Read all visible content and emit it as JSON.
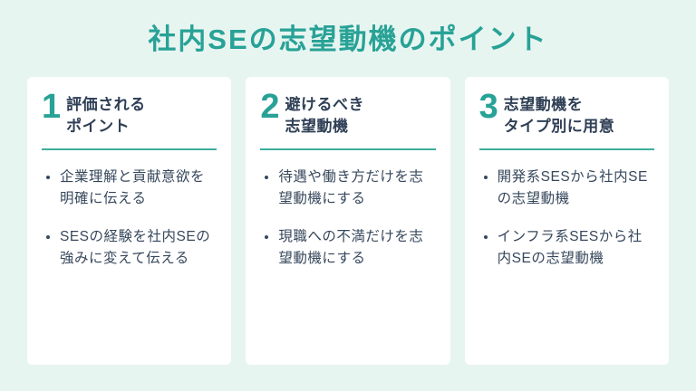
{
  "page": {
    "title": "社内SEの志望動機のポイント"
  },
  "colors": {
    "background": "#e7f5f1",
    "accent_teal": "#28a296",
    "heading_navy": "#2f3f55",
    "card_background": "#ffffff"
  },
  "cards": [
    {
      "number": "1",
      "heading": "評価される\nポイント",
      "bullets": [
        "企業理解と貢献意欲を明確に伝える",
        "SESの経験を社内SEの強みに変えて伝える"
      ]
    },
    {
      "number": "2",
      "heading": "避けるべき\n志望動機",
      "bullets": [
        "待遇や働き方だけを志望動機にする",
        "現職への不満だけを志望動機にする"
      ]
    },
    {
      "number": "3",
      "heading": "志望動機を\nタイプ別に用意",
      "bullets": [
        "開発系SESから社内SEの志望動機",
        "インフラ系SESから社内SEの志望動機"
      ]
    }
  ]
}
